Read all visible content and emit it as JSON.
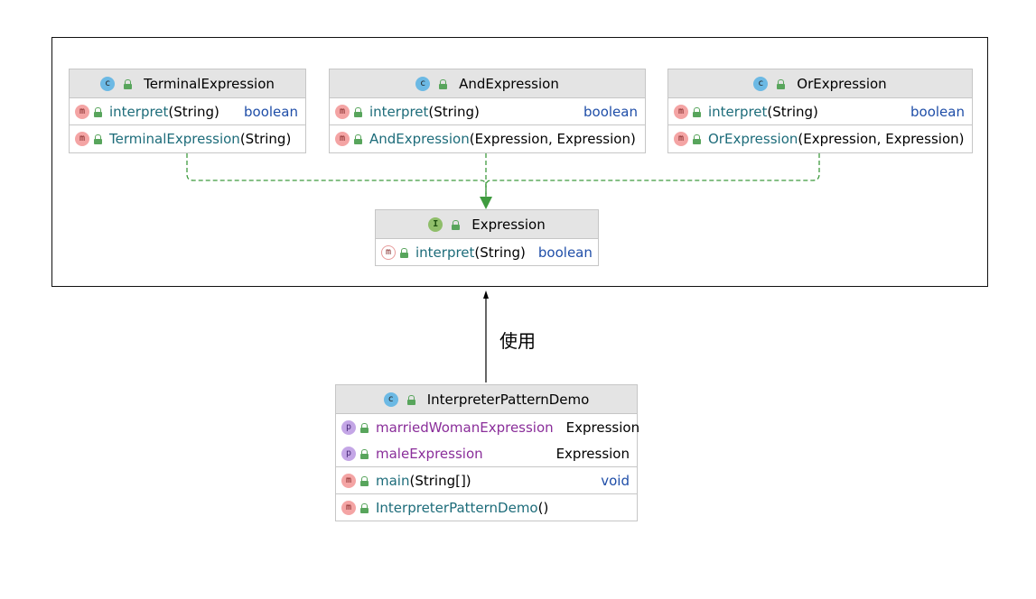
{
  "classes": {
    "terminal": {
      "name": "TerminalExpression",
      "icon": "class-icon",
      "methods": [
        {
          "name": "interpret",
          "params": "(String)",
          "ret": "boolean"
        },
        {
          "name": "TerminalExpression",
          "params": "(String)",
          "ret": ""
        }
      ]
    },
    "and": {
      "name": "AndExpression",
      "icon": "class-icon",
      "methods": [
        {
          "name": "interpret",
          "params": "(String)",
          "ret": "boolean"
        },
        {
          "name": "AndExpression",
          "params": "(Expression, Expression)",
          "ret": ""
        }
      ]
    },
    "or": {
      "name": "OrExpression",
      "icon": "class-icon",
      "methods": [
        {
          "name": "interpret",
          "params": "(String)",
          "ret": "boolean"
        },
        {
          "name": "OrExpression",
          "params": "(Expression, Expression)",
          "ret": ""
        }
      ]
    },
    "expression": {
      "name": "Expression",
      "icon": "interface-icon",
      "methods": [
        {
          "name": "interpret",
          "params": "(String)",
          "ret": "boolean"
        }
      ]
    },
    "demo": {
      "name": "InterpreterPatternDemo",
      "icon": "runnable-class-icon",
      "fields": [
        {
          "name": "marriedWomanExpression",
          "type": "Expression"
        },
        {
          "name": "maleExpression",
          "type": "Expression"
        }
      ],
      "methods": [
        {
          "name": "main",
          "params": "(String[])",
          "ret": "void"
        },
        {
          "name": "InterpreterPatternDemo",
          "params": "()",
          "ret": ""
        }
      ]
    }
  },
  "icon_letters": {
    "class": "c",
    "interface": "I",
    "method": "m",
    "property": "p"
  },
  "dependency_label": "使用",
  "colors": {
    "header_bg": "#e4e4e4",
    "border": "#c6c6c6",
    "implements_line": "#3f9b3f",
    "method_name": "#1d6c7a",
    "property_name": "#8a2e9a",
    "keyword": "#1f4ea8"
  }
}
